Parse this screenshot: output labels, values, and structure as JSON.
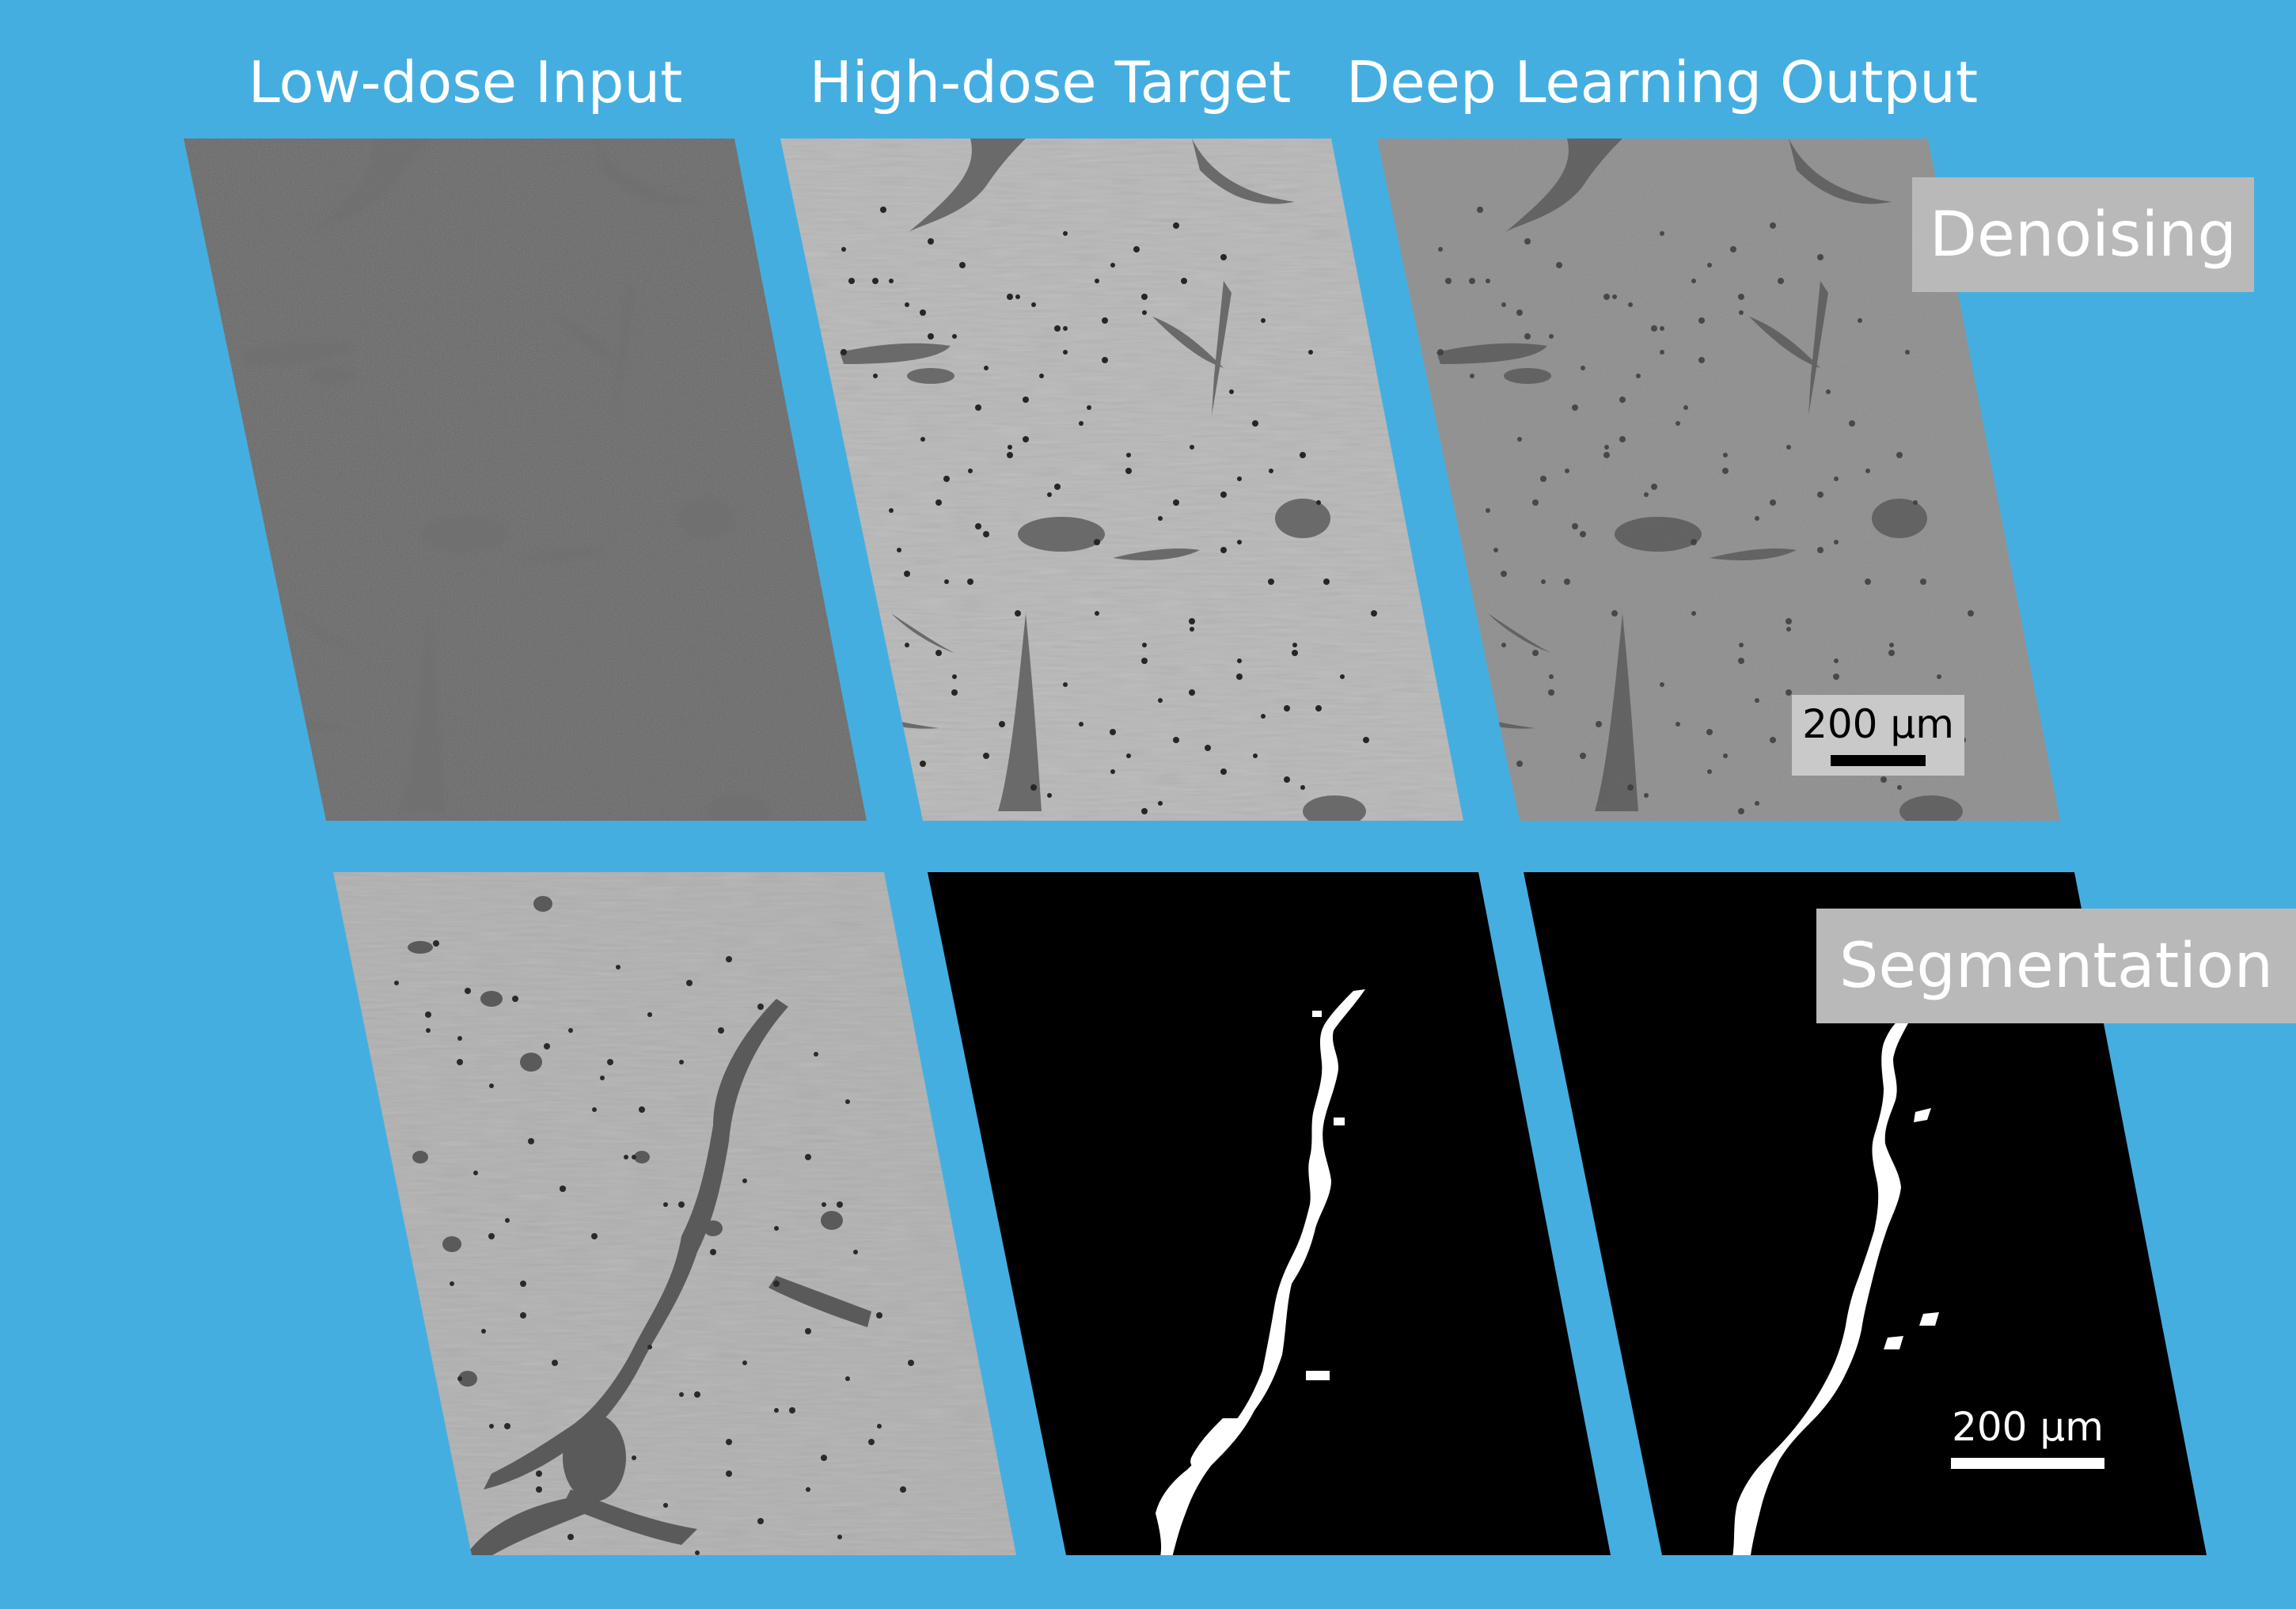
{
  "columns": {
    "low_dose": "Low-dose Input",
    "high_dose": "High-dose Target",
    "deep_learning": "Deep Learning Output"
  },
  "rows": {
    "denoising": "Denoising",
    "segmentation": "Segmentation"
  },
  "scale_bars": {
    "denoising": "200 µm",
    "segmentation": "200 µm"
  },
  "colors": {
    "background": "#45aee0",
    "tag_background": "#b9b9b9",
    "mask_background": "#000000",
    "mask_foreground": "#ffffff"
  }
}
